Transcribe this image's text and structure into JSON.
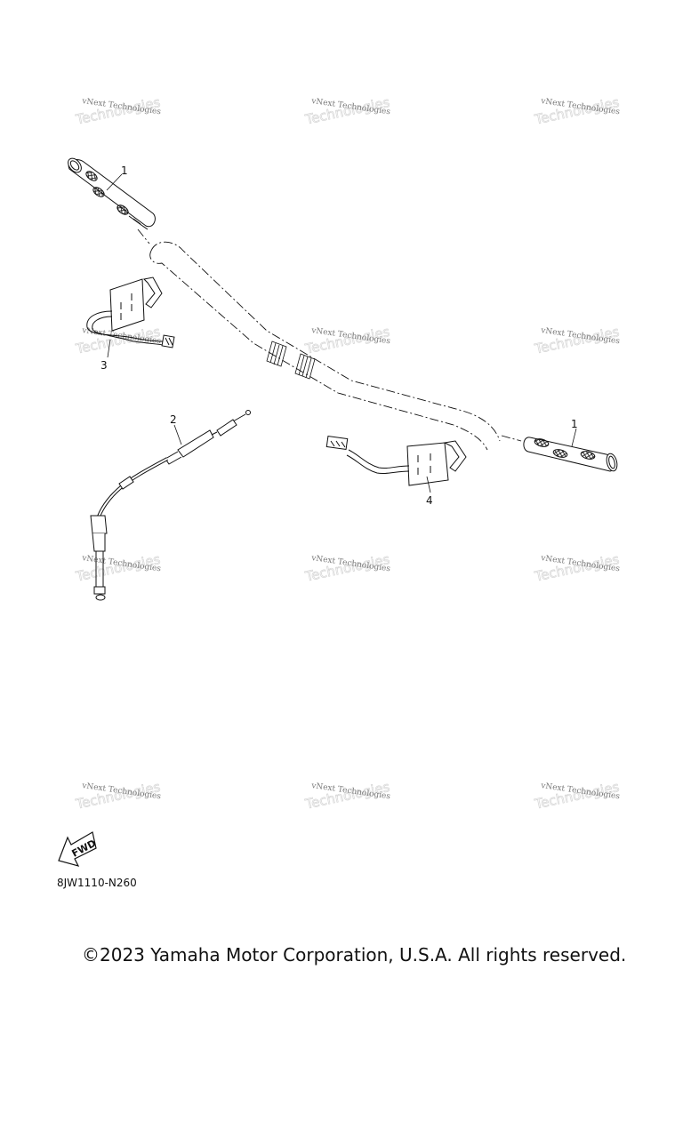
{
  "watermark": {
    "front": "vNext Technologies",
    "back": "Technologies"
  },
  "callouts": {
    "grip_left": "1",
    "grip_right": "1",
    "throttle_cable": "2",
    "heater_left": "3",
    "heater_right": "4"
  },
  "fwd_label": "FWD",
  "drawing_code": "8JW1110-N260",
  "copyright": "©2023 Yamaha Motor Corporation, U.S.A. All rights reserved.",
  "colors": {
    "line": "#111111",
    "watermark": "#7a7a7a",
    "background": "#ffffff"
  }
}
